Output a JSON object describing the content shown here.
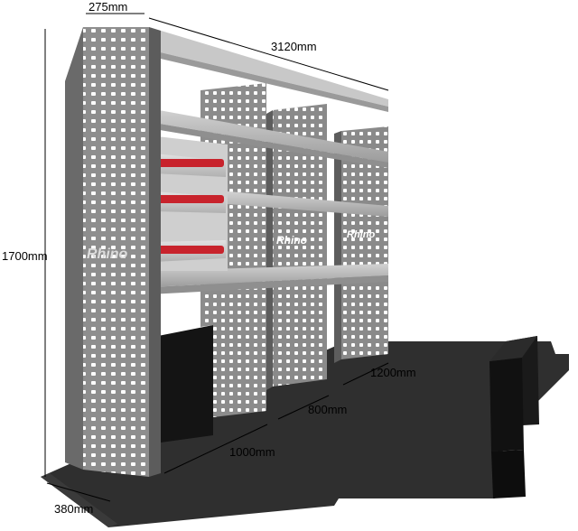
{
  "product": {
    "brand": "Rhino"
  },
  "dimensions": {
    "top_depth": "275mm",
    "total_length": "3120mm",
    "height": "1700mm",
    "base_depth": "380mm",
    "section_1_width": "1000mm",
    "section_2_width": "800mm",
    "section_3_width": "1200mm"
  },
  "colors": {
    "panel": "#8e8e8e",
    "panel_dark": "#6a6a6a",
    "shelf": "#b9b9b9",
    "drawer_red": "#c8232c",
    "floor": "#2f2f2f",
    "wheel_arch": "#111111"
  }
}
